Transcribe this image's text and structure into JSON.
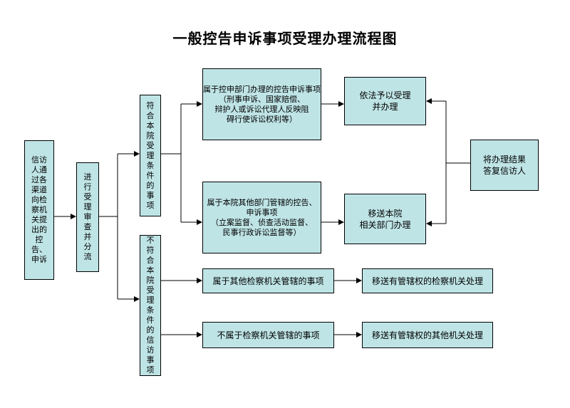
{
  "title": "一般控告申诉事项受理办理流程图",
  "boxes": {
    "source": "信访人通过各渠道向检察机关提出的控告、申诉",
    "review": "进行受理审查并分流",
    "qualified": "符合本院受理条件的事项",
    "unqualified": "不符合本院受理条件的信访事项",
    "dept_own": "属于控申部门办理的控告申诉事项\n（刑事申诉、国家赔偿、\n辩护人或诉讼代理人反映阻\n碍行使诉讼权利等）",
    "dept_other": "属于本院其他部门管辖的控告、\n申诉事项\n（立案监督、侦查活动监督、\n民事行政诉讼监督等）",
    "accept": "依法予以受理\n并办理",
    "transfer_internal": "移送本院\n相关部门办理",
    "reply": "将办理结果\n答复信访人",
    "other_procuratorate": "属于其他检察机关管辖的事项",
    "transfer_procuratorate": "移送有管辖权的检察机关处理",
    "non_procuratorate": "不属于检察机关管辖的事项",
    "transfer_other_org": "移送有管辖权的其他机关处理"
  },
  "colors": {
    "box_fill": "#bfe4e6",
    "line": "#000000"
  }
}
